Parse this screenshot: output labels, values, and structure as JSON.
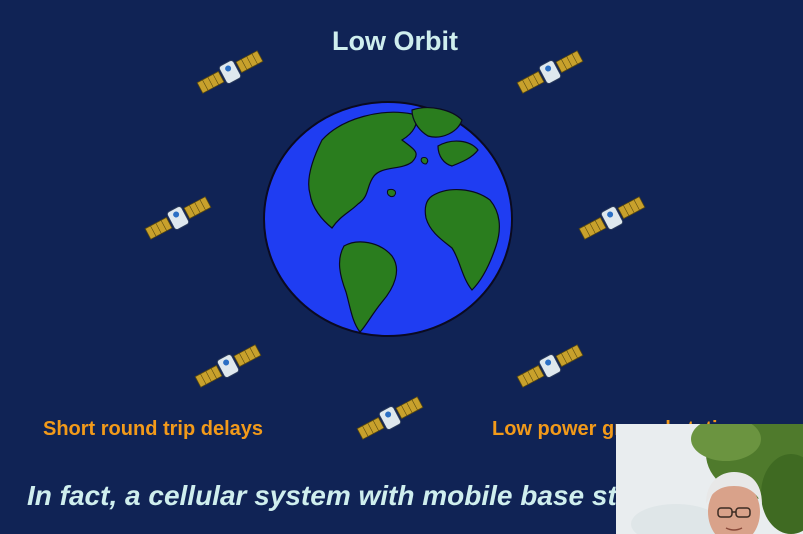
{
  "slide": {
    "title": "Low Orbit",
    "left_caption": "Short round trip delays",
    "right_caption": "Low power ground stations",
    "footer": "In fact, a cellular system with mobile base stations"
  },
  "icons": {
    "satellite": "satellite-icon",
    "globe": "earth-globe-icon"
  },
  "colors": {
    "background": "#102355",
    "title": "#cfeeee",
    "caption": "#f29a1a",
    "ocean": "#1f3df2",
    "land": "#2a7d1e",
    "panel": "#c8a12c"
  }
}
